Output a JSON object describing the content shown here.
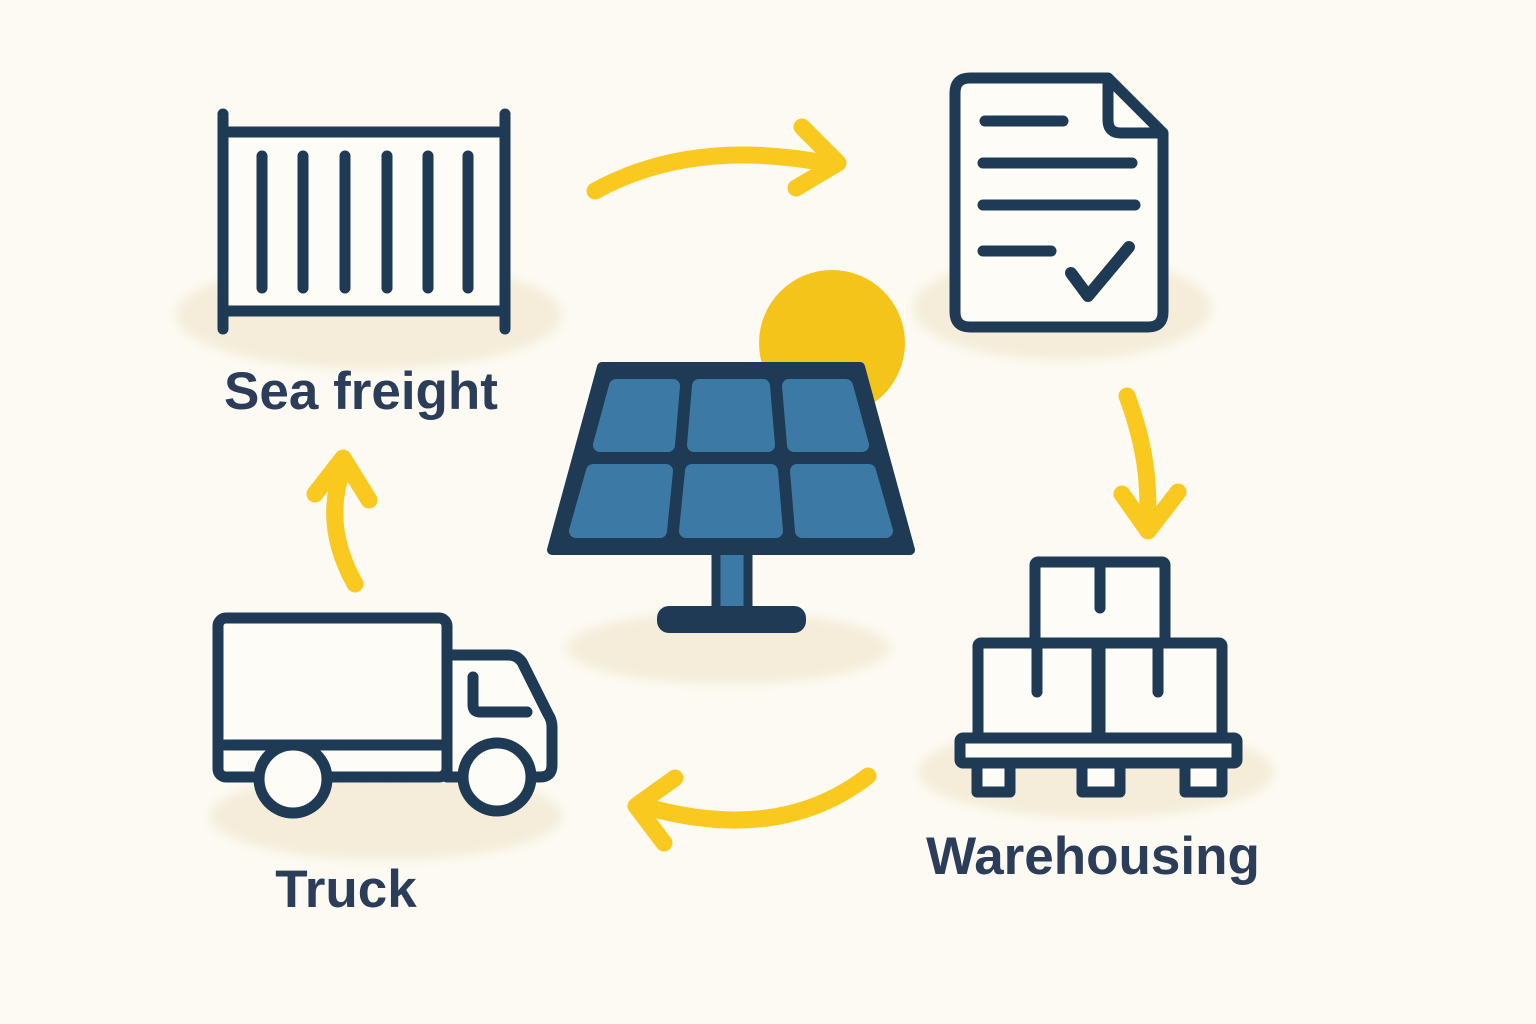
{
  "colors": {
    "background": "#FCFAF2",
    "icon_navy": "#1E3A55",
    "text_navy": "#2B3D59",
    "arrow_yellow": "#F9C91F",
    "sun_yellow": "#F5C41B",
    "panel_blue": "#3C79A5",
    "shadow_cream": "#F5EDDA",
    "icon_fill": "#FDFCF6"
  },
  "diagram": {
    "description_type": "process-cycle-illustration",
    "nodes": [
      {
        "id": "sea-freight",
        "icon": "shipping-container-icon",
        "label": "Sea freight"
      },
      {
        "id": "documents",
        "icon": "document-checklist-icon",
        "label": ""
      },
      {
        "id": "warehousing",
        "icon": "pallet-boxes-icon",
        "label": "Warehousing"
      },
      {
        "id": "truck",
        "icon": "truck-icon",
        "label": "Truck"
      },
      {
        "id": "solar-panel",
        "icon": "solar-panel-icon",
        "label": ""
      }
    ],
    "arrows": [
      {
        "id": "arrow-sea-freight-to-documents",
        "from": "sea-freight",
        "to": "documents",
        "direction": "right"
      },
      {
        "id": "arrow-documents-to-warehousing",
        "from": "documents",
        "to": "warehousing",
        "direction": "down"
      },
      {
        "id": "arrow-warehousing-to-truck",
        "from": "warehousing",
        "to": "truck",
        "direction": "left"
      },
      {
        "id": "arrow-truck-to-sea-freight",
        "from": "truck",
        "to": "sea-freight",
        "direction": "up"
      }
    ]
  }
}
